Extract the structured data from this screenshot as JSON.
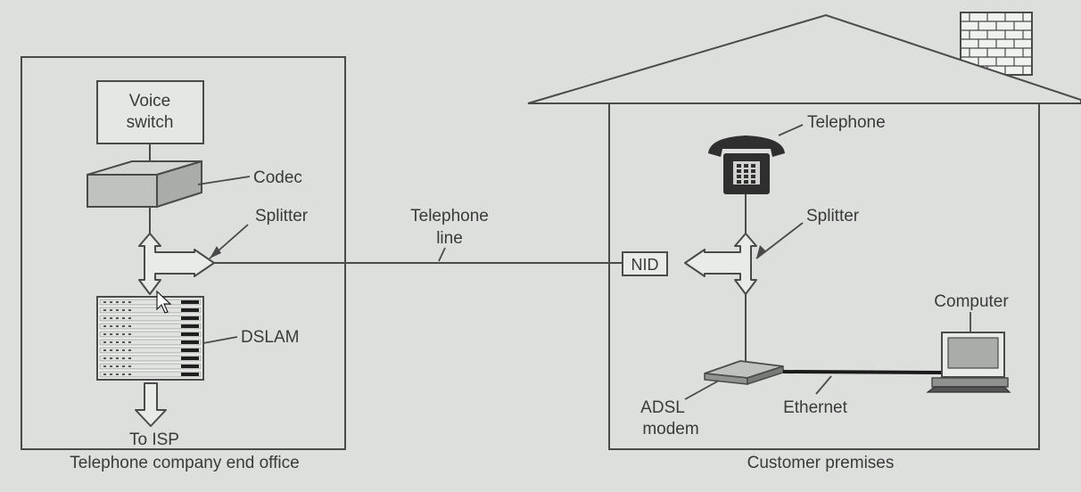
{
  "office": {
    "voice_switch_line1": "Voice",
    "voice_switch_line2": "switch",
    "codec": "Codec",
    "splitter": "Splitter",
    "dslam": "DSLAM",
    "to_isp": "To ISP",
    "caption": "Telephone company end office"
  },
  "line": {
    "label_line1": "Telephone",
    "label_line2": "line"
  },
  "premises": {
    "telephone": "Telephone",
    "splitter": "Splitter",
    "nid": "NID",
    "computer": "Computer",
    "adsl_line1": "ADSL",
    "adsl_line2": "modem",
    "ethernet": "Ethernet",
    "caption": "Customer premises"
  },
  "colors": {
    "background": "#dcdfdc",
    "stroke": "#4a4a4a",
    "arrow_fill": "#e8ebe8"
  }
}
